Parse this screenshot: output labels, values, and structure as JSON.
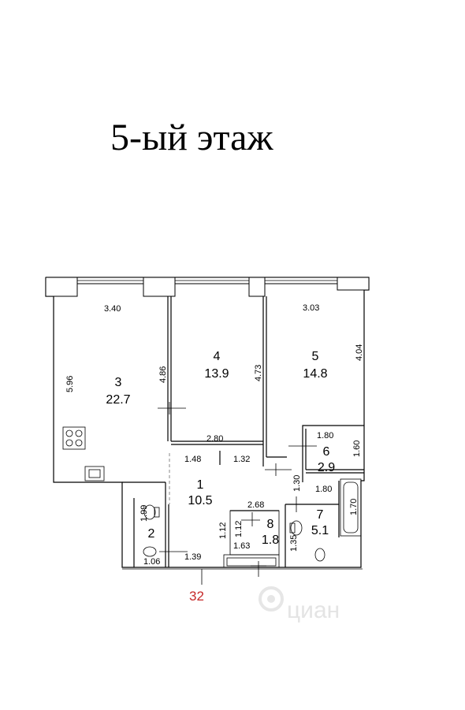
{
  "title": "5-ый этаж",
  "building_number": "32",
  "watermark": "циан",
  "rooms": [
    {
      "number": "1",
      "area": "10.5"
    },
    {
      "number": "2",
      "area": ""
    },
    {
      "number": "3",
      "area": "22.7"
    },
    {
      "number": "4",
      "area": "13.9"
    },
    {
      "number": "5",
      "area": "14.8"
    },
    {
      "number": "6",
      "area": "2.9"
    },
    {
      "number": "7",
      "area": "5.1"
    },
    {
      "number": "8",
      "area": "1.8"
    }
  ],
  "dimensions": {
    "r3_width": "3.40",
    "r3_height": "5.96",
    "r3_r4_wall": "4.86",
    "r4_height": "4.73",
    "r4_width": "2.80",
    "r5_width": "3.03",
    "r5_height": "4.04",
    "r6_width": "1.80",
    "r6_height": "1.60",
    "hall_a": "1.48",
    "hall_b": "1.32",
    "hall_c": "1.30",
    "hall_d": "2.68",
    "r7_width": "1.80",
    "bath_len": "1.70",
    "r2_height": "1.99",
    "r2_width": "1.06",
    "bottom_a": "1.39",
    "r8_a": "1.12",
    "r8_b": "1.12",
    "r8_c": "1.63",
    "r7_height": "1.35"
  },
  "icons": [
    "stove-icon",
    "sink-icon",
    "toilet-icon",
    "bathtub-icon",
    "watermark-logo-icon"
  ]
}
